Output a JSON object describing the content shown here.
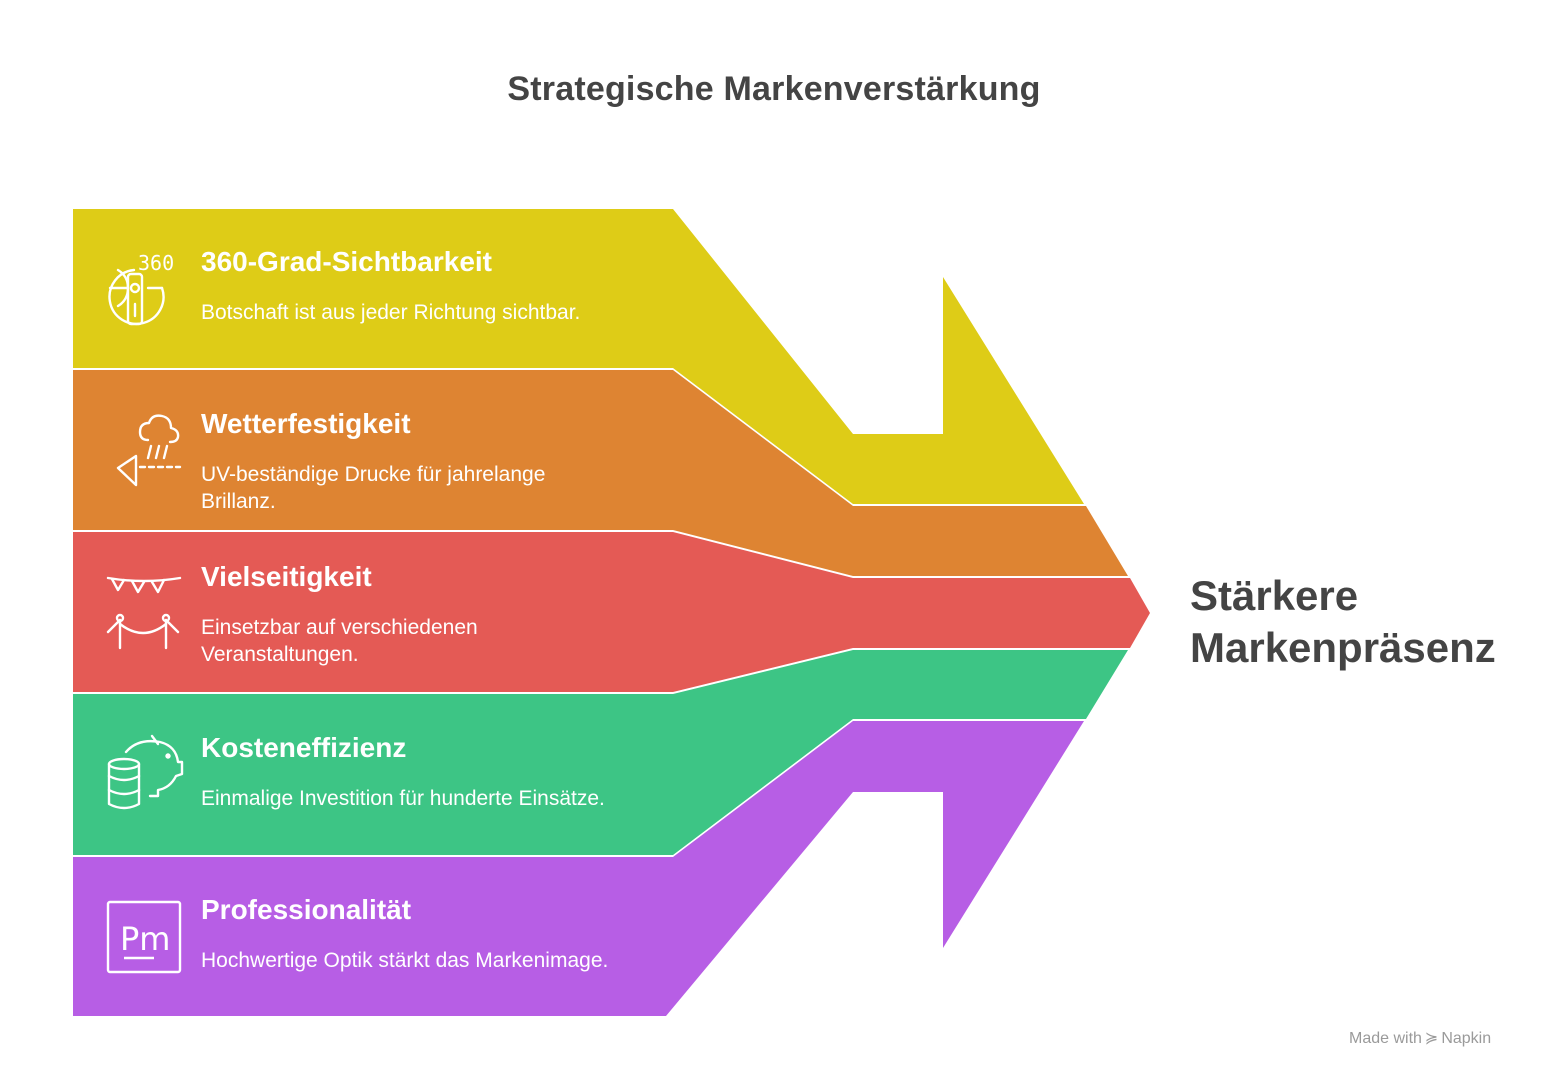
{
  "title": "Strategische Markenverstärkung",
  "items": [
    {
      "heading": "360-Grad-Sichtbarkeit",
      "description": "Botschaft ist aus jeder Richtung sichtbar.",
      "icon": "360-view-icon",
      "icon_text": "360",
      "color": "#DECC17"
    },
    {
      "heading": "Wetterfestigkeit",
      "description": "UV-beständige Drucke für jahrelange Brillanz.",
      "icon": "weather-rain-icon",
      "color": "#DE8432"
    },
    {
      "heading": "Vielseitigkeit",
      "description": "Einsetzbar auf verschiedenen Veranstaltungen.",
      "icon": "event-bunting-icon",
      "color": "#E45A55"
    },
    {
      "heading": "Kosteneffizienz",
      "description": "Einmalige Investition für hunderte Einsätze.",
      "icon": "piggy-bank-coins-icon",
      "color": "#3DC585"
    },
    {
      "heading": "Professionalität",
      "description": "Hochwertige Optik stärkt das Markenimage.",
      "icon": "pm-badge-icon",
      "icon_text": "Pm",
      "color": "#B75EE5"
    }
  ],
  "outcome": {
    "line1": "Stärkere",
    "line2": "Markenpräsenz"
  },
  "watermark": {
    "prefix": "Made with",
    "brand": "Napkin"
  }
}
